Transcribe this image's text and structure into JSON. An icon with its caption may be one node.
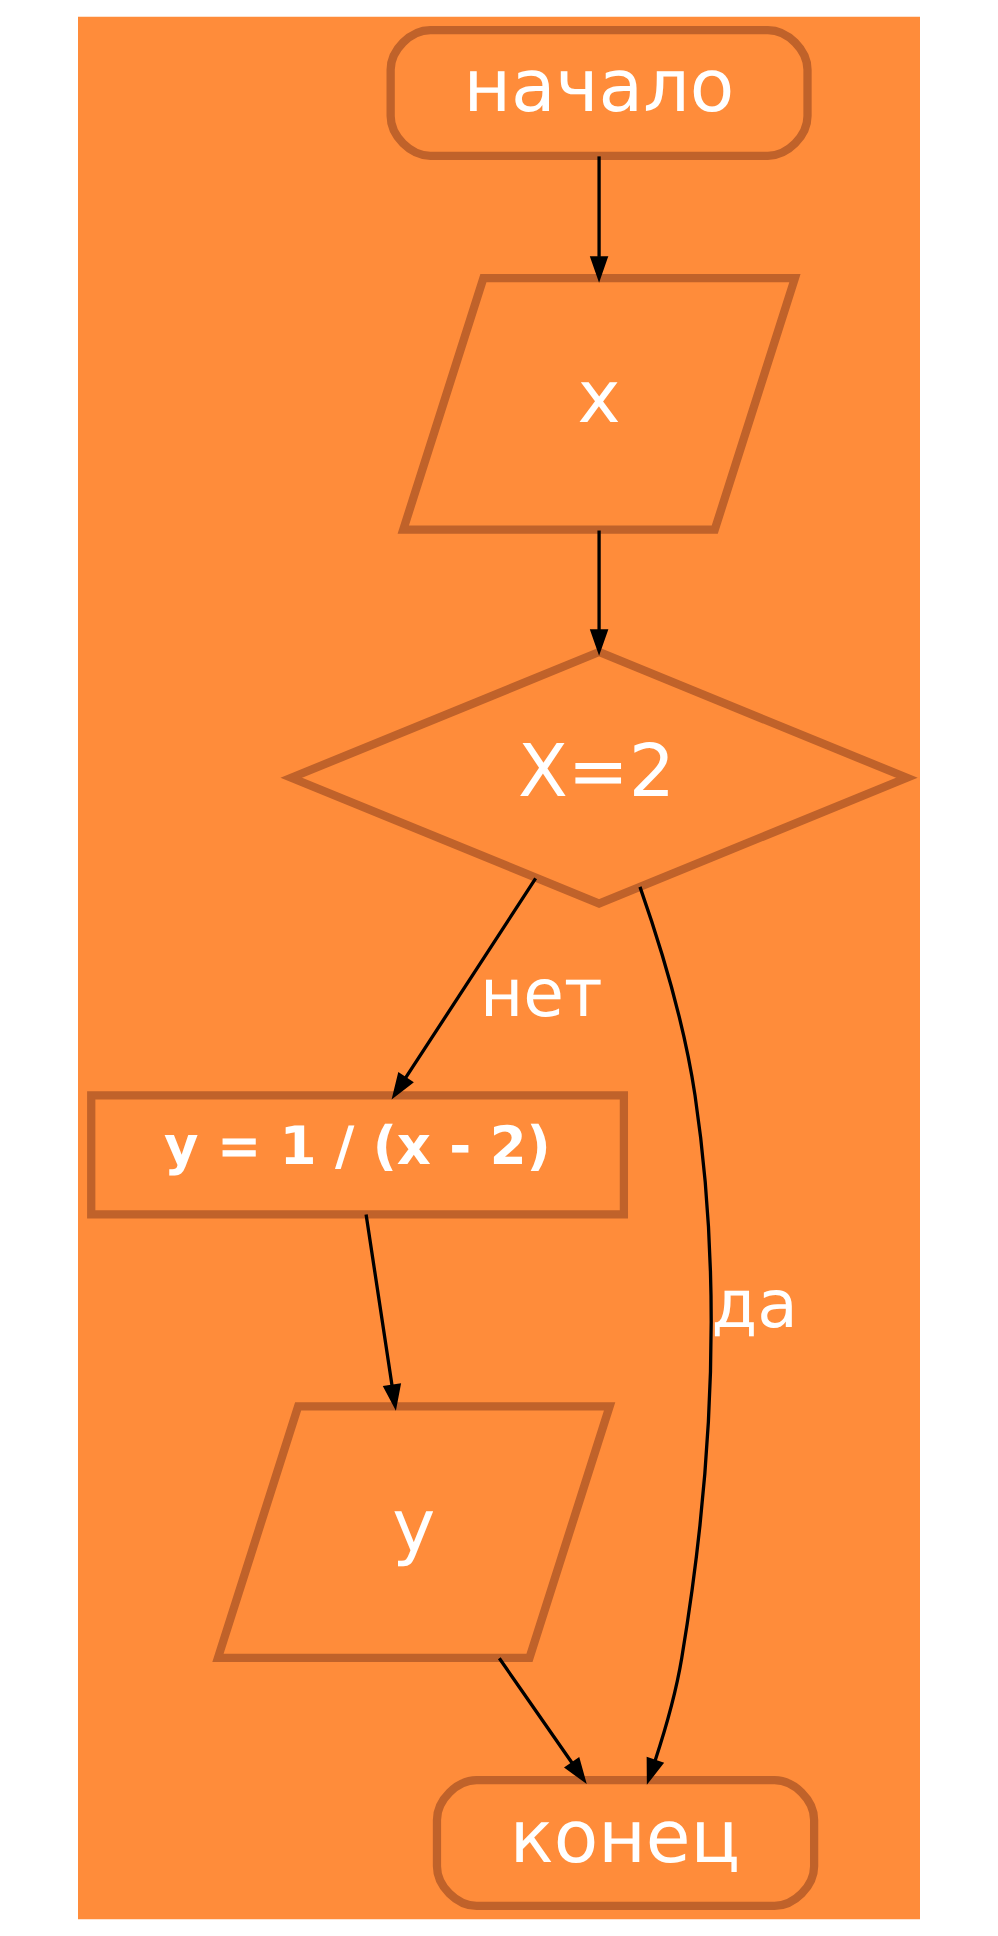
{
  "diagram": {
    "nodes": [
      {
        "text": [
          "начало"
        ]
      },
      {
        "text": [
          "x"
        ]
      },
      {
        "text": [
          "X=2"
        ]
      },
      {
        "text": [
          "y = 1 / (x - 2)"
        ]
      },
      {
        "text": [
          "y"
        ]
      },
      {
        "text": [
          "конец"
        ]
      }
    ],
    "edges": [
      {
        "from": 0,
        "to": 1,
        "arrow": "to"
      },
      {
        "from": 1,
        "to": 2,
        "arrow": "to"
      },
      {
        "from": 2,
        "to": 5,
        "arrow": "to",
        "label": "да"
      },
      {
        "from": 2,
        "to": 3,
        "arrow": "to",
        "label": "нет"
      },
      {
        "from": 3,
        "to": 4,
        "arrow": "to"
      },
      {
        "from": 4,
        "to": 5,
        "arrow": "to"
      }
    ]
  }
}
